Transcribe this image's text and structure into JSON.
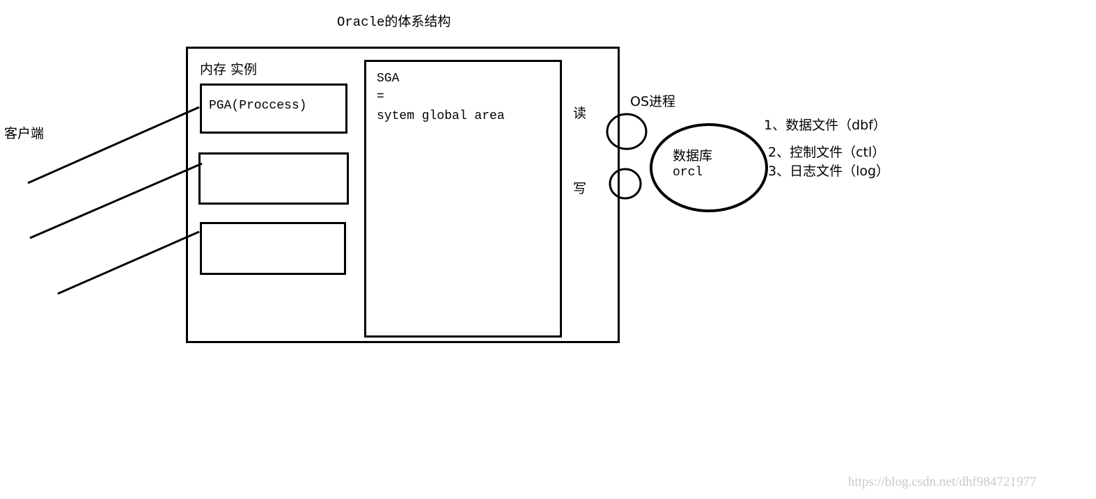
{
  "title": "Oracle的体系结构",
  "client_label": "客户端",
  "instance_label": "内存 实例",
  "pga_label": "PGA(Proccess)",
  "sga": {
    "line1": "SGA",
    "line2": "=",
    "line3": "sytem global area"
  },
  "read_label": "读",
  "write_label": "写",
  "os_process_label": "OS进程",
  "database": {
    "line1": "数据库",
    "line2": "orcl"
  },
  "files": [
    "1、数据文件（dbf）",
    "2、控制文件（ctl）",
    "3、日志文件（log）"
  ],
  "watermark": "https://blog.csdn.net/dhf984721977"
}
